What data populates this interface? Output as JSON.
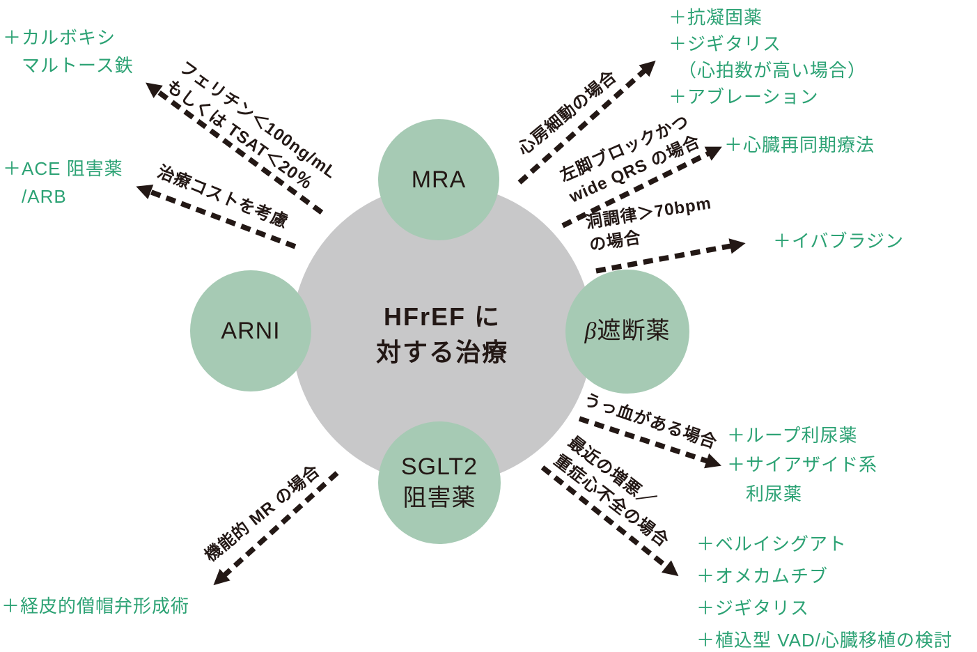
{
  "diagram": {
    "center_label": "HFrEF に\n対する治療",
    "nodes": [
      {
        "label": "MRA"
      },
      {
        "label": "ARNI"
      },
      {
        "label": "β遮断薬"
      },
      {
        "label": "SGLT2\n阻害薬"
      }
    ],
    "spokes": [
      {
        "condition": "フェリチン＜100ng/mL\nもしくは TSAT＜20％",
        "treatment": "＋カルボキシ\n　マルトース鉄"
      },
      {
        "condition": "治療コストを考慮",
        "treatment": "＋ACE 阻害薬\n　/ARB"
      },
      {
        "condition": "心房細動の場合",
        "treatment": "＋抗凝固薬\n＋ジギタリス\n　（心拍数が高い場合）\n＋アブレーション"
      },
      {
        "condition": "左脚ブロックかつ\nwide QRS の場合",
        "treatment": "＋心臓再同期療法"
      },
      {
        "condition": "洞調律＞70bpm\nの場合",
        "treatment": "＋イバブラジン"
      },
      {
        "condition": "うっ血がある場合",
        "treatment": "＋ループ利尿薬\n＋サイアザイド系\n　利尿薬"
      },
      {
        "condition": "最近の増悪／\n重症心不全の場合",
        "treatment": "＋ベルイシグアト\n＋オメカムチブ\n＋ジギタリス\n＋植込型 VAD/心臓移植の検討"
      },
      {
        "condition": "機能的 MR の場合",
        "treatment": "＋経皮的僧帽弁形成術"
      }
    ]
  },
  "colors": {
    "node_green": "#a6cab4",
    "center_gray": "#c8c8c9",
    "text_green": "#2ca274",
    "ink": "#231815"
  }
}
